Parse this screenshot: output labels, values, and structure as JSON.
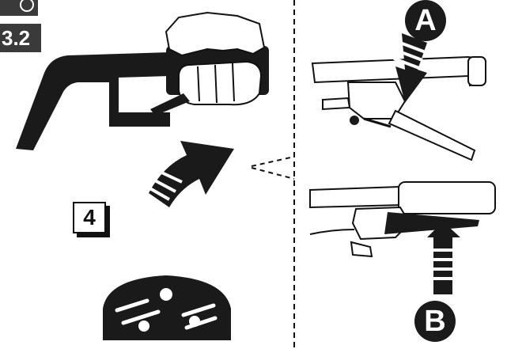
{
  "header": {
    "section_number": "3.2"
  },
  "step": {
    "number": "4"
  },
  "callouts": {
    "a": "A",
    "b": "B"
  },
  "icons": [
    "wheel-icon",
    "tool-kit-icon",
    "brake-lever-icon",
    "handlebar-grip-icon"
  ]
}
